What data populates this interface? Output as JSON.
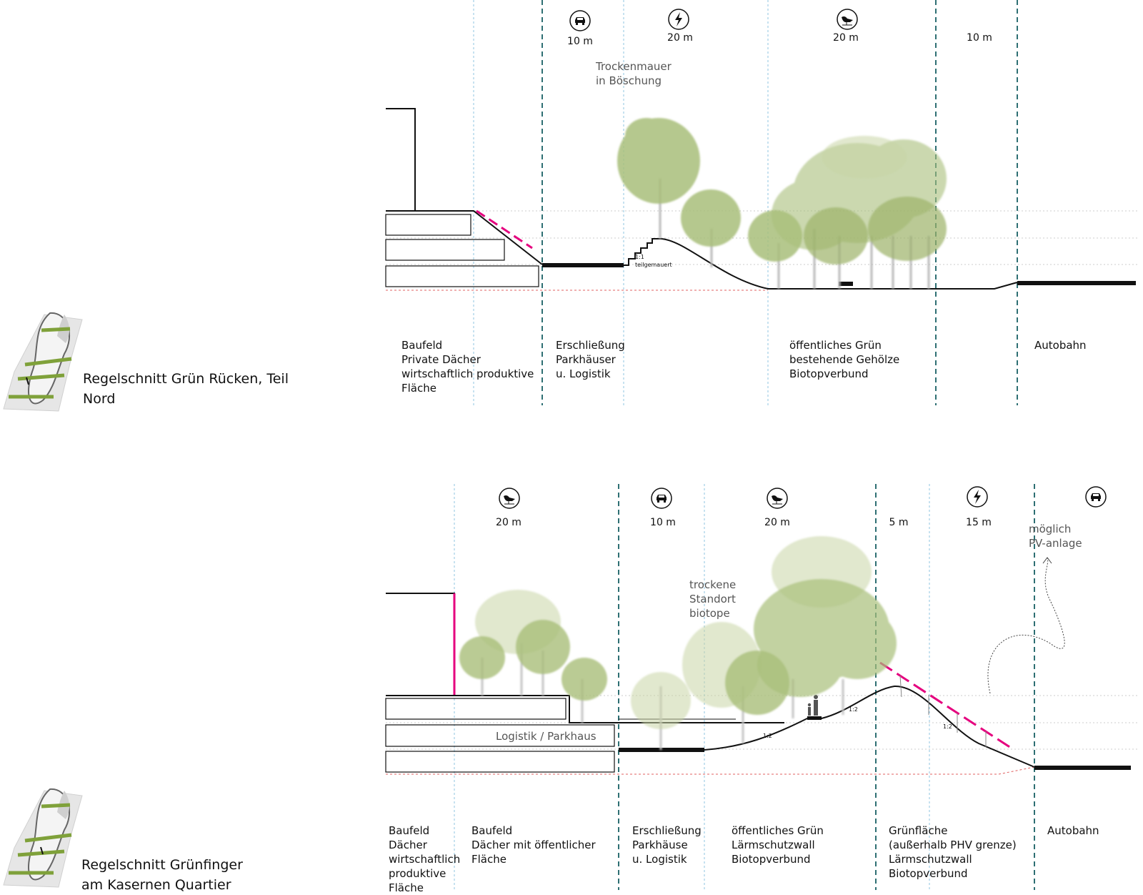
{
  "top_section": {
    "title": "Regelschnitt Grün Rücken, Teil\nNord",
    "distances": [
      "10 m",
      "20 m",
      "20 m",
      "10 m"
    ],
    "icons": [
      "car-icon",
      "lightning-icon",
      "bird-icon"
    ],
    "note": "Trockenmauer\nin Böschung",
    "slope_label": "1:1",
    "slope_sub": "teilgemauert",
    "zones": [
      "Baufeld\nPrivate Dächer\nwirtschaftlich produktive\nFläche",
      "Erschließung\nParkhäuser\nu. Logistik",
      "öffentliches Grün\nbestehende Gehölze\nBiotopverbund",
      "Autobahn"
    ]
  },
  "bottom_section": {
    "title": "Regelschnitt Grünfinger\nam Kasernen Quartier",
    "distances": [
      "20 m",
      "10 m",
      "20 m",
      "5 m",
      "15 m"
    ],
    "icons": [
      "bird-icon",
      "car-icon",
      "bird-icon",
      "lightning-icon",
      "car-icon"
    ],
    "note_biotope": "trockene\nStandort\nbiotope",
    "note_pv": "möglich\nPV-anlage",
    "building_label": "Logistik / Parkhaus",
    "slope_labels": [
      "1:2",
      "1:2",
      "1:2"
    ],
    "zones": [
      "Baufeld\nDächer\nwirtschaftlich\nproduktive\nFläche",
      "Baufeld\nDächer mit öffentlicher\nFläche",
      "Erschließung\nParkhäuse\nu. Logistik",
      "öffentliches Grün\nLärmschutzwall\nBiotopverbund",
      "Grünfläche\n(außerhalb PHV grenze)\nLärmschutzwall\nBiotopverbund",
      "Autobahn"
    ]
  },
  "colors": {
    "accent_magenta": "#e5007e",
    "tree_green": "#a9bf7a",
    "map_green": "#7fa13a",
    "dashed_teal": "#2e6f73",
    "dotted_blue": "#8fc4e0",
    "ground_red": "#e06060"
  }
}
